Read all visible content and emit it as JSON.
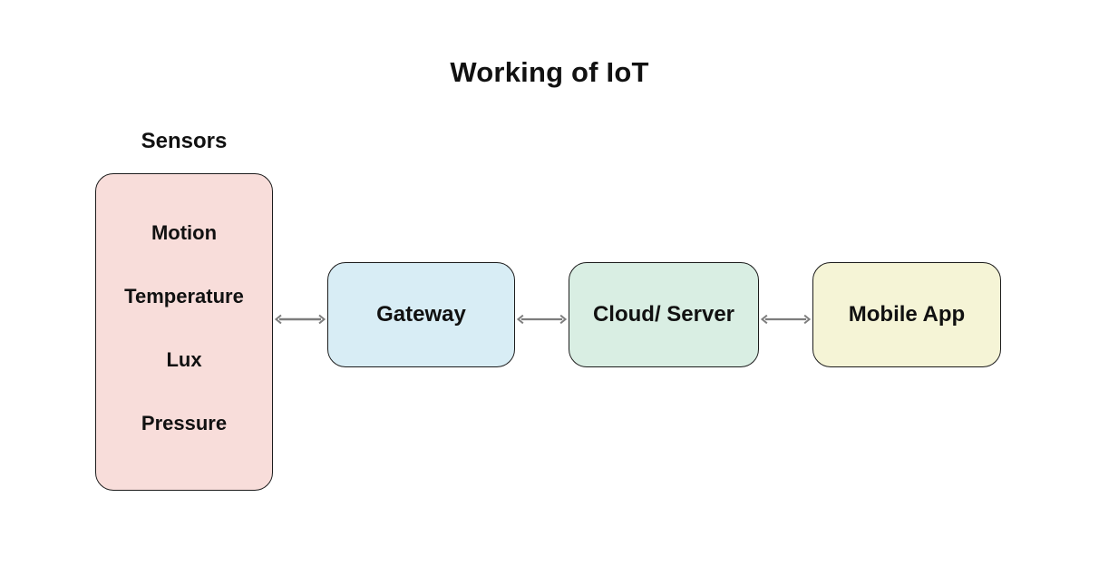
{
  "title": "Working of IoT",
  "sensors": {
    "label": "Sensors",
    "items": [
      "Motion",
      "Temperature",
      "Lux",
      "Pressure"
    ],
    "fill": "#F8DDDA"
  },
  "nodes": {
    "gateway": {
      "label": "Gateway",
      "fill": "#D8EDF5"
    },
    "cloud_server": {
      "label": "Cloud/ Server",
      "fill": "#D9EEE3"
    },
    "mobile_app": {
      "label": "Mobile App",
      "fill": "#F5F4D6"
    }
  },
  "connections": [
    {
      "from": "Sensors",
      "to": "Gateway",
      "direction": "bidirectional"
    },
    {
      "from": "Gateway",
      "to": "Cloud/ Server",
      "direction": "bidirectional"
    },
    {
      "from": "Cloud/ Server",
      "to": "Mobile App",
      "direction": "bidirectional"
    }
  ],
  "colors": {
    "border": "#1c1c1c",
    "arrow": "#7d7d7d",
    "text": "#111111",
    "background": "#ffffff"
  }
}
